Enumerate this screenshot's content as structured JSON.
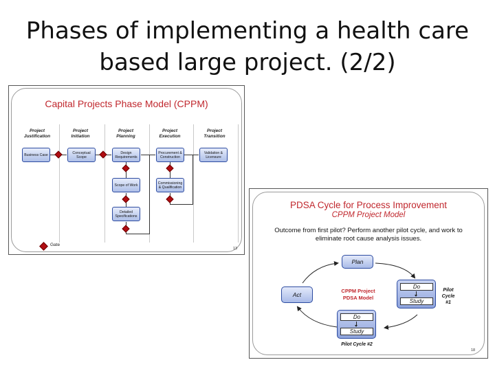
{
  "slide": {
    "title_line1": "Phases of implementing a health care",
    "title_line2": "based large project. (2/2)"
  },
  "cppm": {
    "title": "Capital Projects Phase Model (CPPM)",
    "columns": [
      {
        "line1": "Project",
        "line2": "Justification"
      },
      {
        "line1": "Project",
        "line2": "Initiation"
      },
      {
        "line1": "Project",
        "line2": "Planning"
      },
      {
        "line1": "Project",
        "line2": "Execution"
      },
      {
        "line1": "Project",
        "line2": "Transition"
      }
    ],
    "boxes": {
      "business_case": "Business Case",
      "conceptual_scope": "Conceptual Scope",
      "design_requirements": "Design Requirements",
      "scope_of_work": "Scope of Work",
      "detailed_specifications": "Detailed Specifications",
      "procurement_construction": "Procurement & Construction",
      "commissioning_qualification": "Commissioning & Qualification",
      "validation_licensure": "Validation & Licensure"
    },
    "legend_label": "Gate",
    "page_number": "13",
    "colors": {
      "title": "#c0272d",
      "gate": "#b00d12",
      "box_border": "#2b4aa0"
    }
  },
  "pdsa": {
    "title": "PDSA Cycle for Process Improvement",
    "subtitle": "CPPM Project Model",
    "description": "Outcome from first pilot?  Perform another pilot cycle, and work to eliminate root cause analysis issues.",
    "plan": "Plan",
    "act": "Act",
    "do": "Do",
    "study": "Study",
    "center_line1": "CPPM Project",
    "center_line2": "PDSA Model",
    "pilot1_line1": "Pilot",
    "pilot1_line2": "Cycle",
    "pilot1_line3": "#1",
    "pilot2_label": "Pilot Cycle #2",
    "page_number": "18",
    "colors": {
      "title": "#c0272d",
      "box_border": "#2b4aa0"
    }
  }
}
